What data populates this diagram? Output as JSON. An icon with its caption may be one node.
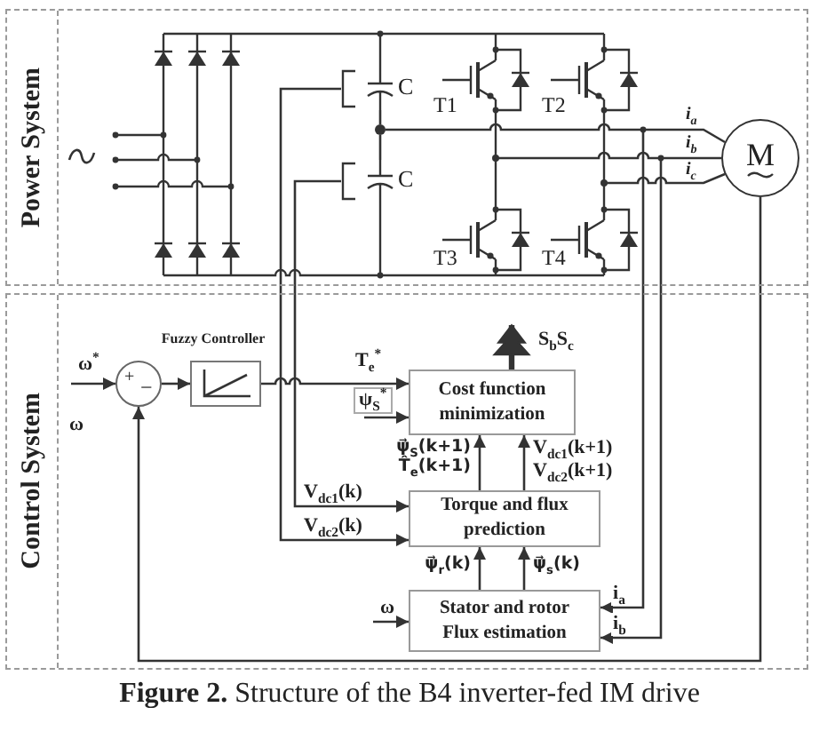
{
  "diagram": {
    "caption": "**Figure 2.** Structure of the B4 inverter-fed IM drive",
    "nodes": [
      {
        "text": [
          "Power System"
        ]
      },
      {
        "text": [],
        "shape": "capacitor",
        "beside": [
          "C"
        ],
        "in": 0
      },
      {
        "text": [],
        "shape": "dot",
        "in": 0
      },
      {
        "text": [],
        "shape": "capacitor",
        "beside": [
          "C"
        ],
        "in": 0
      },
      {
        "text": [
          "M"
        ],
        "in": 0
      },
      {
        "text": [
          "Control System"
        ]
      },
      {
        "text": [
          "+",
          "−"
        ],
        "in": 5
      },
      {
        "text": [
          "Fuzzy Controller"
        ],
        "in": 5
      },
      {
        "text": [
          "Cost function minimization"
        ],
        "in": 5
      },
      {
        "text": [
          "Torque and flux prediction"
        ],
        "in": 5
      },
      {
        "text": [
          "Stator and rotor Flux estimation"
        ],
        "in": 5
      }
    ],
    "edges": [
      {
        "from": null,
        "to": 6,
        "arrow": "to",
        "label": "ω$^{*}$"
      },
      {
        "from": 4,
        "to": 6,
        "arrow": "to",
        "label": "ω"
      },
      {
        "from": 6,
        "to": 7,
        "arrow": "to"
      },
      {
        "from": 7,
        "to": 8,
        "arrow": "to",
        "label": "T$_{e}$$^{*}$"
      },
      {
        "from": null,
        "to": 8,
        "arrow": "to",
        "label": "ψ$_{S}$$^{*}$"
      },
      {
        "from": 3,
        "to": 9,
        "arrow": "to",
        "label": "V$_{dc1}$(k)"
      },
      {
        "from": 1,
        "to": 9,
        "arrow": "to",
        "label": "V$_{dc2}$(k)"
      },
      {
        "from": 9,
        "to": 8,
        "arrow": "to",
        "label": "ψ⃗$_{S}$(k+1) T̂$_{e}$(k+1)"
      },
      {
        "from": 9,
        "to": 8,
        "arrow": "to",
        "label": "V$_{dc1}$(k+1) V$_{dc2}$(k+1)"
      },
      {
        "from": 10,
        "to": 9,
        "arrow": "to",
        "label": "ψ⃗$_{r}$(k)"
      },
      {
        "from": 10,
        "to": 9,
        "arrow": "to",
        "label": "ψ⃗$_{s}$(k)"
      },
      {
        "from": null,
        "to": 10,
        "arrow": "to",
        "label": "ω"
      },
      {
        "from": null,
        "to": 10,
        "arrow": "to",
        "label": "i$_{a}$"
      },
      {
        "from": null,
        "to": 10,
        "arrow": "to",
        "label": "i$_{b}$"
      },
      {
        "from": 8,
        "to": null,
        "arrow": "to",
        "label": "S$_{b}$S$_{c}$",
        "style": "thick"
      },
      {
        "from": 1,
        "to": 2,
        "arrow": "none"
      },
      {
        "from": 2,
        "to": 3,
        "arrow": "none"
      },
      {
        "from": 2,
        "to": 4,
        "arrow": "none",
        "label": "i$_{a}$"
      },
      {
        "from": null,
        "to": 4,
        "arrow": "other",
        "label": "i$_{b}$"
      },
      {
        "from": null,
        "to": 4,
        "arrow": "other",
        "label": "i$_{c}$"
      }
    ],
    "labels": [
      "T1",
      "T2",
      "T3",
      "T4"
    ]
  }
}
